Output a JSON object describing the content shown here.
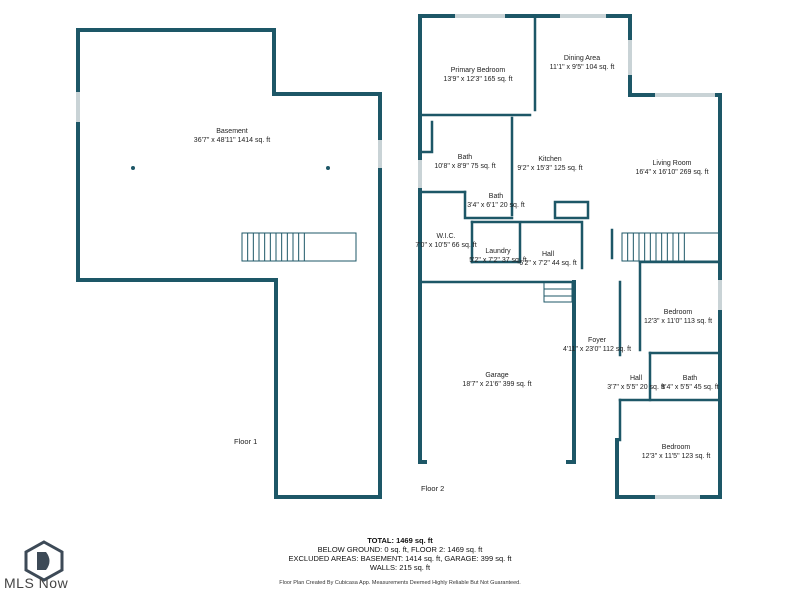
{
  "floor1": {
    "label": "Floor 1",
    "rooms": [
      {
        "id": "basement",
        "name": "Basement",
        "dims": "36'7\" x 48'11\" 1414 sq. ft"
      }
    ]
  },
  "floor2": {
    "label": "Floor 2",
    "rooms": [
      {
        "id": "primary-bedroom",
        "name": "Primary Bedroom",
        "dims": "13'9\" x 12'3\" 165 sq. ft"
      },
      {
        "id": "dining-area",
        "name": "Dining Area",
        "dims": "11'1\" x 9'5\" 104 sq. ft"
      },
      {
        "id": "bath-1",
        "name": "Bath",
        "dims": "10'8\" x 8'9\" 75 sq. ft"
      },
      {
        "id": "kitchen",
        "name": "Kitchen",
        "dims": "9'2\" x 15'3\" 125 sq. ft"
      },
      {
        "id": "living-room",
        "name": "Living Room",
        "dims": "16'4\" x 16'10\" 269 sq. ft"
      },
      {
        "id": "bath-2",
        "name": "Bath",
        "dims": "3'4\" x 6'1\" 20 sq. ft"
      },
      {
        "id": "wic",
        "name": "W.I.C.",
        "dims": "7'0\" x 10'5\" 66 sq. ft"
      },
      {
        "id": "laundry",
        "name": "Laundry",
        "dims": "5'2\" x 7'2\" 37 sq. ft"
      },
      {
        "id": "hall-1",
        "name": "Hall",
        "dims": "6'2\" x 7'2\" 44 sq. ft"
      },
      {
        "id": "bedroom-1",
        "name": "Bedroom",
        "dims": "12'3\" x 11'0\" 113 sq. ft"
      },
      {
        "id": "foyer",
        "name": "Foyer",
        "dims": "4'11\" x 23'0\" 112 sq. ft"
      },
      {
        "id": "garage",
        "name": "Garage",
        "dims": "18'7\" x 21'6\" 399 sq. ft"
      },
      {
        "id": "hall-2",
        "name": "Hall",
        "dims": "3'7\" x 5'5\" 20 sq. ft"
      },
      {
        "id": "bath-3",
        "name": "Bath",
        "dims": "8'4\" x 5'5\" 45 sq. ft"
      },
      {
        "id": "bedroom-2",
        "name": "Bedroom",
        "dims": "12'3\" x 11'5\" 123 sq. ft"
      }
    ]
  },
  "summary": {
    "total": "TOTAL: 1469 sq. ft",
    "below_ground": "BELOW GROUND: 0 sq. ft, FLOOR 2: 1469 sq. ft",
    "excluded": "EXCLUDED AREAS: BASEMENT: 1414 sq. ft, GARAGE: 399 sq. ft",
    "walls": "WALLS: 215 sq. ft"
  },
  "disclaimer": "Floor Plan Created By Cubicasa App. Measurements Deemed Highly Reliable But Not Guaranteed.",
  "logo": {
    "text": "MLS Now"
  },
  "colors": {
    "wall": "#1d5767",
    "window": "#c9d3d6",
    "logo": "#3d4a57"
  }
}
